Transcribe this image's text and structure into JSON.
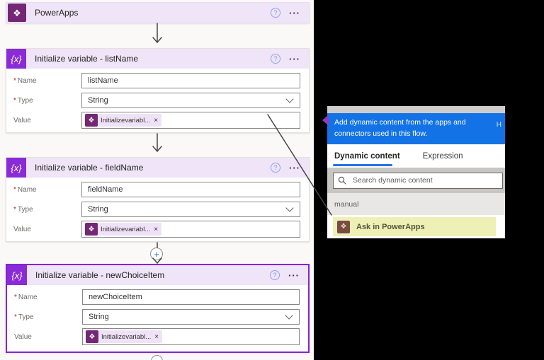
{
  "icons": {
    "fx": "{x}",
    "help": "?",
    "more": "···",
    "close": "×",
    "plus": "+",
    "powerapps_glyph": "❖"
  },
  "labels": {
    "required_mark": "*",
    "name": "Name",
    "type": "Type",
    "value": "Value"
  },
  "trigger": {
    "title": "PowerApps"
  },
  "cards": [
    {
      "title": "Initialize variable - listName",
      "name_value": "listName",
      "type_value": "String",
      "token_text": "Initializevariabl..."
    },
    {
      "title": "Initialize variable - fieldName",
      "name_value": "fieldName",
      "type_value": "String",
      "token_text": "Initializevariabl..."
    },
    {
      "title": "Initialize variable - newChoiceItem",
      "name_value": "newChoiceItem",
      "type_value": "String",
      "token_text": "Initializevariabl..."
    }
  ],
  "flyout": {
    "banner": "Add dynamic content from the apps and connectors used in this flow.",
    "banner_link_cut": "H",
    "tabs": {
      "dynamic": "Dynamic content",
      "expression": "Expression"
    },
    "search_placeholder": "Search dynamic content",
    "section": "manual",
    "items": [
      {
        "label": "Ask in PowerApps"
      }
    ]
  }
}
